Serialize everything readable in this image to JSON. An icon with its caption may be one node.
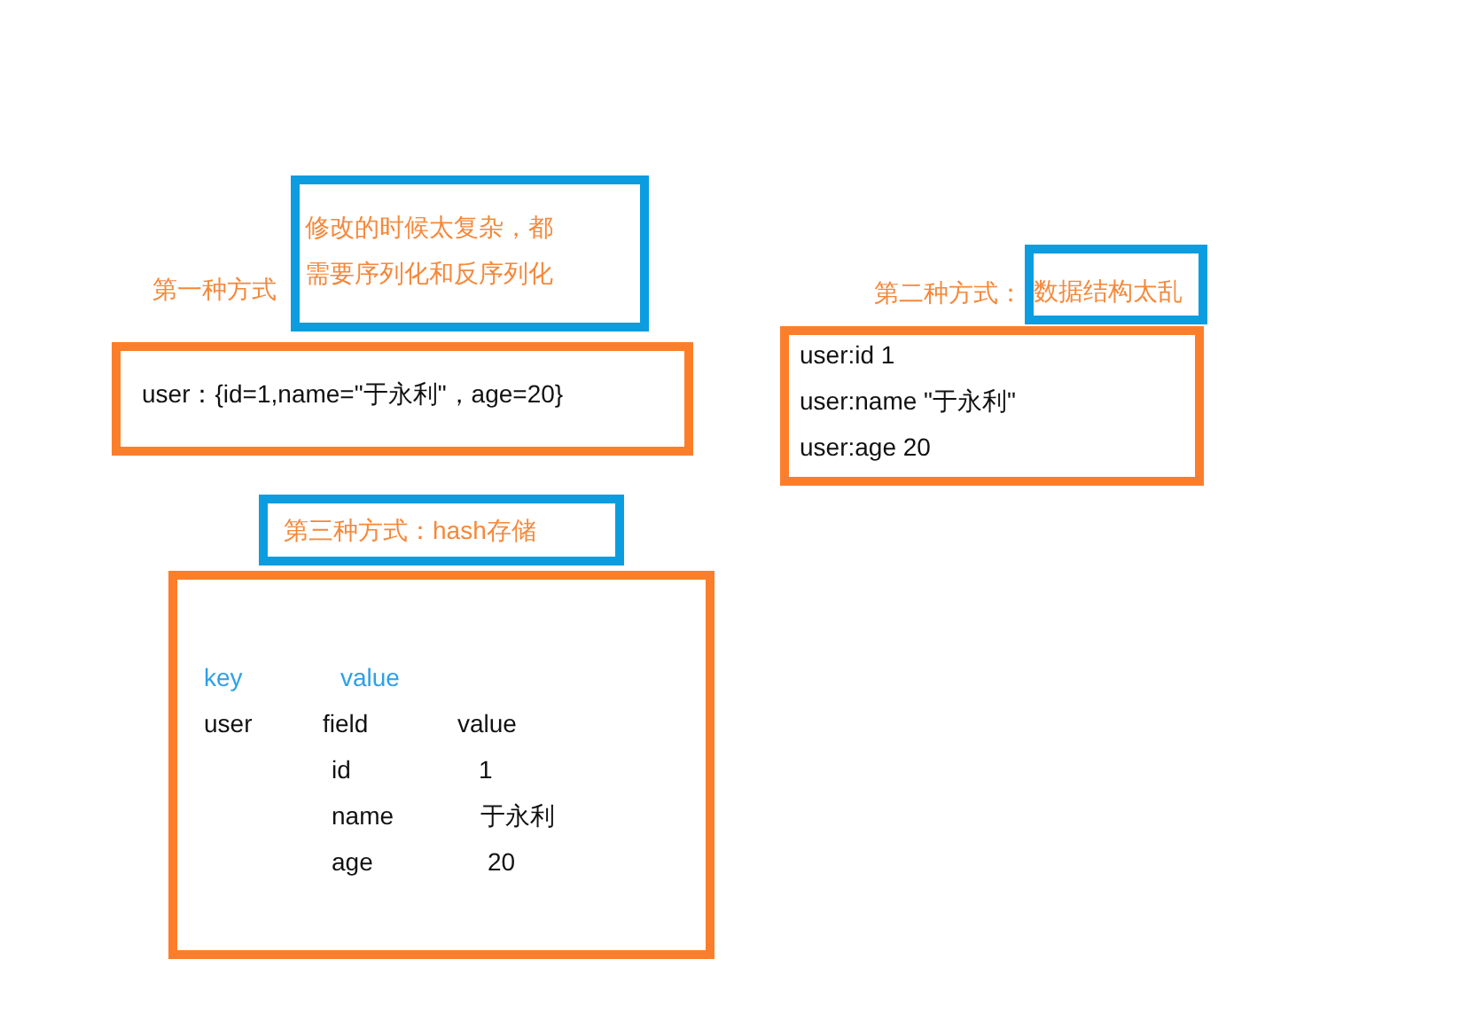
{
  "diagram": {
    "nodes": [
      {
        "text": [
          "修改的时候太复杂，都需要序列化和反序列化"
        ],
        "beside": [
          "第一种方式"
        ]
      },
      {
        "text": [
          "user：{id=1,name=\"于永利\"，age=20}"
        ]
      },
      {
        "text": [
          "数据结构太乱"
        ],
        "beside": [
          "第二种方式："
        ]
      },
      {
        "text": [
          "user:id  1",
          "user:name \"于永利\"",
          "user:age 20"
        ]
      },
      {
        "text": [
          "第三种方式：hash存储"
        ]
      },
      {
        "text": [
          "key",
          "value",
          "user",
          "field",
          "value",
          "id",
          "1",
          "name",
          "于永利",
          "age",
          "20"
        ]
      }
    ]
  }
}
